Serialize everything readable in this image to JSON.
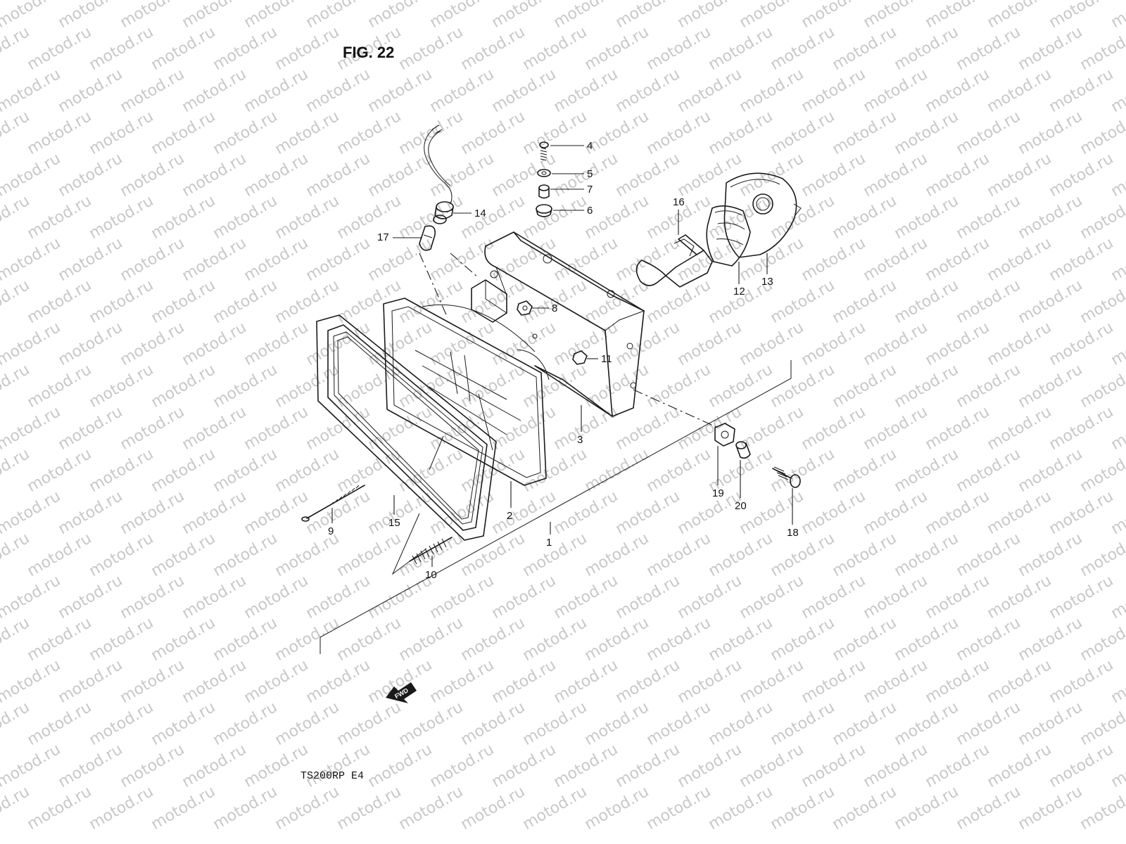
{
  "figure": {
    "title": "FIG. 22",
    "model_code": "TS200RP  E4",
    "fwd_label": "FWD",
    "watermark_text": "motod.ru"
  },
  "callouts": [
    {
      "id": "1",
      "label": "1"
    },
    {
      "id": "2",
      "label": "2"
    },
    {
      "id": "3",
      "label": "3"
    },
    {
      "id": "4",
      "label": "4"
    },
    {
      "id": "5",
      "label": "5"
    },
    {
      "id": "6",
      "label": "6"
    },
    {
      "id": "7",
      "label": "7"
    },
    {
      "id": "8",
      "label": "8"
    },
    {
      "id": "9",
      "label": "9"
    },
    {
      "id": "10",
      "label": "10"
    },
    {
      "id": "11",
      "label": "11"
    },
    {
      "id": "12",
      "label": "12"
    },
    {
      "id": "13",
      "label": "13"
    },
    {
      "id": "14",
      "label": "14"
    },
    {
      "id": "15",
      "label": "15"
    },
    {
      "id": "16",
      "label": "16"
    },
    {
      "id": "17",
      "label": "17"
    },
    {
      "id": "18",
      "label": "18"
    },
    {
      "id": "19",
      "label": "19"
    },
    {
      "id": "20",
      "label": "20"
    }
  ],
  "colors": {
    "line": "#1a1a1a",
    "watermark": "#c8c8c8",
    "background": "#ffffff"
  }
}
